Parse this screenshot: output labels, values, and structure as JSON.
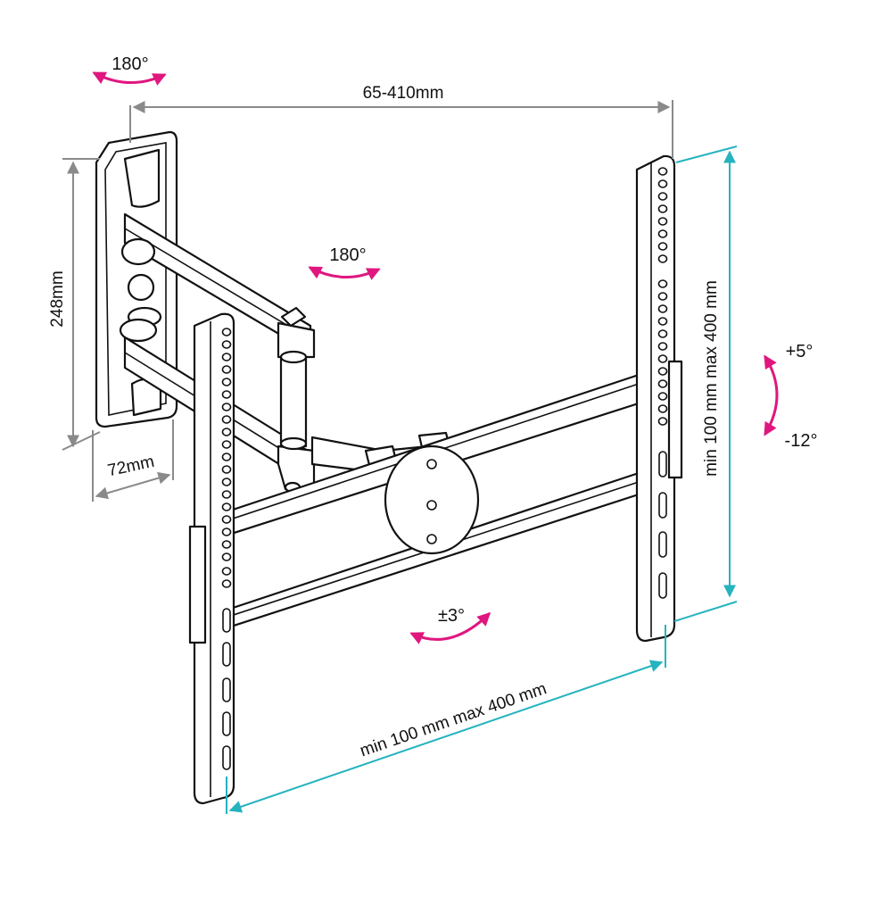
{
  "colors": {
    "dimension_gray": "#8a8a8a",
    "dimension_teal": "#24b3bf",
    "rotation_magenta": "#e0177f",
    "outline": "#111111"
  },
  "dimensions": {
    "arm_extension": "65-410mm",
    "wall_plate_height": "248mm",
    "wall_plate_depth": "72mm",
    "vesa_vertical": "min 100 mm max 400 mm",
    "vesa_horizontal": "min 100 mm max 400 mm"
  },
  "rotations": {
    "wall_swivel": "180°",
    "arm_swivel": "180°",
    "tilt_up": "+5°",
    "tilt_down": "-12°",
    "level_adjust": "±3°"
  }
}
